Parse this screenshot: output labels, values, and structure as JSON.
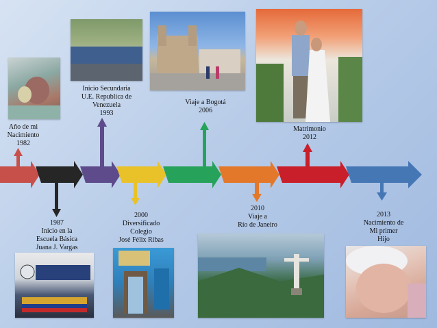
{
  "events": [
    {
      "label": "Año de mi\nNacimiento\n1982",
      "color": "#c8504a"
    },
    {
      "label": "1987\nInicio en la\nEscuela Básica\nJuana J. Vargas",
      "color": "#262626"
    },
    {
      "label": "Inicio Secundaria\nU.E. Republica de\nVenezuela\n1993",
      "color": "#5e4b8b"
    },
    {
      "label": "2000\nDiversificado\nColegio\nJosé Félix Ribas",
      "color": "#e9c22a"
    },
    {
      "label": "Viaje a Bogotá\n2006",
      "color": "#27a25a"
    },
    {
      "label": "2010\nViaje a\nRío de Janeiro",
      "color": "#e4782a"
    },
    {
      "label": "Matrimonio\n2012",
      "color": "#c91f2a"
    },
    {
      "label": "2013\nNacimiento de\nMi primer\nHijo",
      "color": "#4677b5"
    }
  ],
  "colors": {
    "arrow_red": "#c8504a",
    "arrow_black": "#262626",
    "arrow_purple": "#5e4b8b",
    "arrow_yellow": "#e9c22a",
    "arrow_green": "#27a25a",
    "arrow_orange": "#e4782a",
    "arrow_crimson": "#c91f2a",
    "arrow_blue": "#4677b5"
  }
}
